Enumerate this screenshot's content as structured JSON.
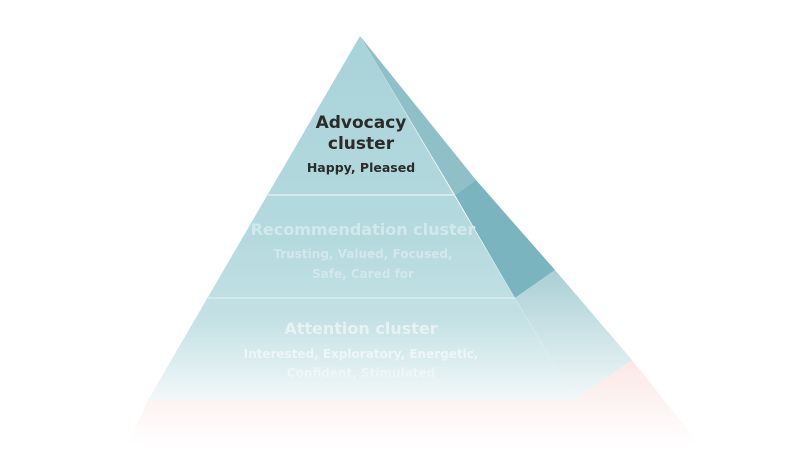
{
  "pyramid": {
    "tiers": [
      {
        "title": "Advocacy cluster",
        "title_lines": [
          "Advocacy",
          "cluster"
        ],
        "subtitle_lines": [
          "Happy, Pleased"
        ],
        "title_color": "#2b2b2b",
        "subtitle_color": "#2b2b2b"
      },
      {
        "title": "Recommendation cluster",
        "title_lines": [
          "Recommendation cluster"
        ],
        "subtitle_lines": [
          "Trusting, Valued, Focused,",
          "Safe, Cared for"
        ],
        "title_color": "#d2e8ec",
        "subtitle_color": "#d2e8ec"
      },
      {
        "title": "Attention cluster",
        "title_lines": [
          "Attention cluster"
        ],
        "subtitle_lines": [
          "Interested, Exploratory, Energetic,",
          "Confident, Stimulated"
        ],
        "title_color": "#e6f2f4",
        "subtitle_color": "#eef6f7"
      }
    ],
    "colors": {
      "front_top": "#a8d3d9",
      "front_mid": "#b4dade",
      "front_low": "#c4e1e5",
      "front_fade": "#f2f8f9",
      "side_top": "#79b4bf",
      "side_mid": "#8fc0c7",
      "side_low": "#a9cfd5",
      "base_pink": "#fbe7e6",
      "divider": "#d4ebee"
    }
  }
}
